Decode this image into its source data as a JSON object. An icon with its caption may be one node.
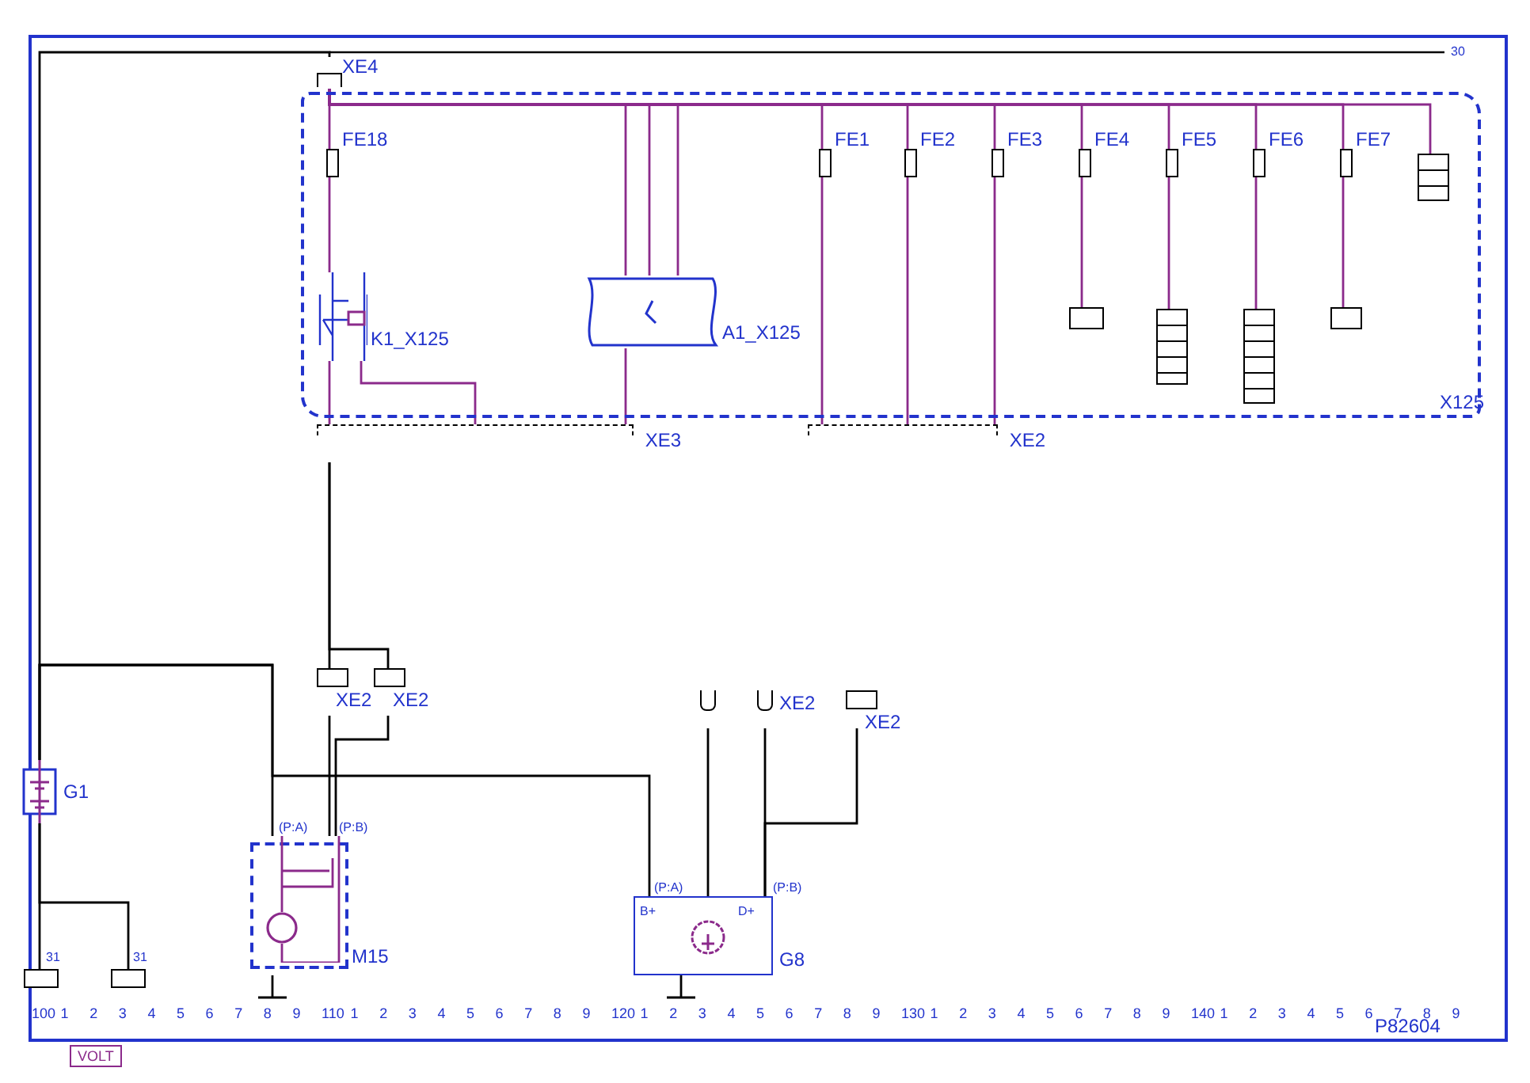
{
  "diagram": {
    "nodes": [
      {
        "text": [
          "X125"
        ]
      },
      {
        "text": [
          "XE4"
        ]
      },
      {
        "text": [
          "FE18"
        ],
        "in": 0
      },
      {
        "text": [
          "K1_X125"
        ],
        "in": 0
      },
      {
        "text": [
          "A1_X125"
        ],
        "in": 0
      },
      {
        "text": [
          "FE1"
        ],
        "in": 0
      },
      {
        "text": [
          "FE2"
        ],
        "in": 0
      },
      {
        "text": [
          "FE3"
        ],
        "in": 0
      },
      {
        "text": [
          "FE4"
        ],
        "in": 0
      },
      {
        "text": [
          "FE5"
        ],
        "in": 0
      },
      {
        "text": [
          "FE6"
        ],
        "in": 0
      },
      {
        "text": [
          "FE7"
        ],
        "in": 0
      },
      {
        "text": [],
        "shape": "box",
        "in": 0
      },
      {
        "text": [],
        "shape": "box",
        "in": 0
      },
      {
        "text": [],
        "shape": "box",
        "in": 0
      },
      {
        "text": [],
        "shape": "box",
        "in": 0
      },
      {
        "text": [],
        "shape": "box",
        "in": 0
      },
      {
        "text": [
          "XE3"
        ]
      },
      {
        "text": [
          "XE2"
        ]
      },
      {
        "text": [
          "XE2"
        ]
      },
      {
        "text": [
          "XE2"
        ]
      },
      {
        "text": [
          "XE2"
        ]
      },
      {
        "text": [
          "XE2"
        ]
      },
      {
        "text": [
          "G1"
        ]
      },
      {
        "text": [
          "M15"
        ]
      },
      {
        "text": [
          "G8"
        ]
      },
      {
        "text": [],
        "shape": "box",
        "beside": [
          "31"
        ]
      },
      {
        "text": [],
        "shape": "box",
        "beside": [
          "31"
        ]
      }
    ],
    "edges": [
      {
        "from": 1,
        "to": 2,
        "arrow": "none"
      },
      {
        "from": 1,
        "to": 4,
        "arrow": "none"
      },
      {
        "from": 1,
        "to": 4,
        "arrow": "none"
      },
      {
        "from": 1,
        "to": 4,
        "arrow": "none"
      },
      {
        "from": 1,
        "to": 5,
        "arrow": "none"
      },
      {
        "from": 1,
        "to": 6,
        "arrow": "none"
      },
      {
        "from": 1,
        "to": 7,
        "arrow": "none"
      },
      {
        "from": 1,
        "to": 8,
        "arrow": "none"
      },
      {
        "from": 1,
        "to": 9,
        "arrow": "none"
      },
      {
        "from": 1,
        "to": 10,
        "arrow": "none"
      },
      {
        "from": 1,
        "to": 11,
        "arrow": "none"
      },
      {
        "from": 8,
        "to": 12,
        "arrow": "none"
      },
      {
        "from": 9,
        "to": 13,
        "arrow": "none"
      },
      {
        "from": 10,
        "to": 14,
        "arrow": "none"
      },
      {
        "from": 11,
        "to": 15,
        "arrow": "none"
      },
      {
        "from": 1,
        "to": 16,
        "arrow": "none"
      },
      {
        "from": 2,
        "to": 3,
        "arrow": "none"
      },
      {
        "from": 3,
        "to": 17,
        "arrow": "none"
      },
      {
        "from": 4,
        "to": 17,
        "arrow": "none"
      },
      {
        "from": 3,
        "to": 17,
        "arrow": "none"
      },
      {
        "from": 5,
        "to": 18,
        "arrow": "none"
      },
      {
        "from": 6,
        "to": 18,
        "arrow": "none"
      },
      {
        "from": 7,
        "to": 18,
        "arrow": "none"
      },
      {
        "from": 17,
        "to": 19,
        "arrow": "none",
        "color": "#000000"
      },
      {
        "from": 17,
        "to": 20,
        "arrow": "none",
        "color": "#000000"
      },
      {
        "from": 19,
        "to": 24,
        "arrow": "none",
        "color": "#000000"
      },
      {
        "from": 20,
        "to": 24,
        "arrow": "none",
        "color": "#000000"
      },
      {
        "from": 23,
        "to": 1,
        "arrow": "none",
        "color": "#000000"
      },
      {
        "from": 23,
        "to": 24,
        "arrow": "none",
        "color": "#000000"
      },
      {
        "from": 23,
        "to": 25,
        "arrow": "none",
        "color": "#000000"
      },
      {
        "from": 21,
        "to": 25,
        "arrow": "none",
        "color": "#000000"
      },
      {
        "from": 21,
        "to": 25,
        "arrow": "none",
        "color": "#000000"
      },
      {
        "from": 22,
        "to": 25,
        "arrow": "none",
        "color": "#000000"
      },
      {
        "from": 23,
        "to": 26,
        "arrow": "none",
        "color": "#000000"
      },
      {
        "from": 23,
        "to": 27,
        "arrow": "none",
        "color": "#000000"
      }
    ],
    "labels": [
      "100",
      "1",
      "2",
      "3",
      "4",
      "5",
      "6",
      "7",
      "8",
      "9",
      "110",
      "1",
      "2",
      "3",
      "4",
      "5",
      "6",
      "7",
      "8",
      "9",
      "120",
      "1",
      "2",
      "3",
      "4",
      "5",
      "6",
      "7",
      "8",
      "9",
      "130",
      "1",
      "2",
      "3",
      "4",
      "5",
      "6",
      "7",
      "8",
      "9",
      "140",
      "1",
      "2",
      "3",
      "4",
      "5",
      "6",
      "7",
      "8",
      "9",
      "30",
      "P82604",
      "VOLT",
      "(P:A)",
      "(P:B)",
      "(P:A)",
      "(P:B)",
      "B+",
      "D+"
    ]
  }
}
